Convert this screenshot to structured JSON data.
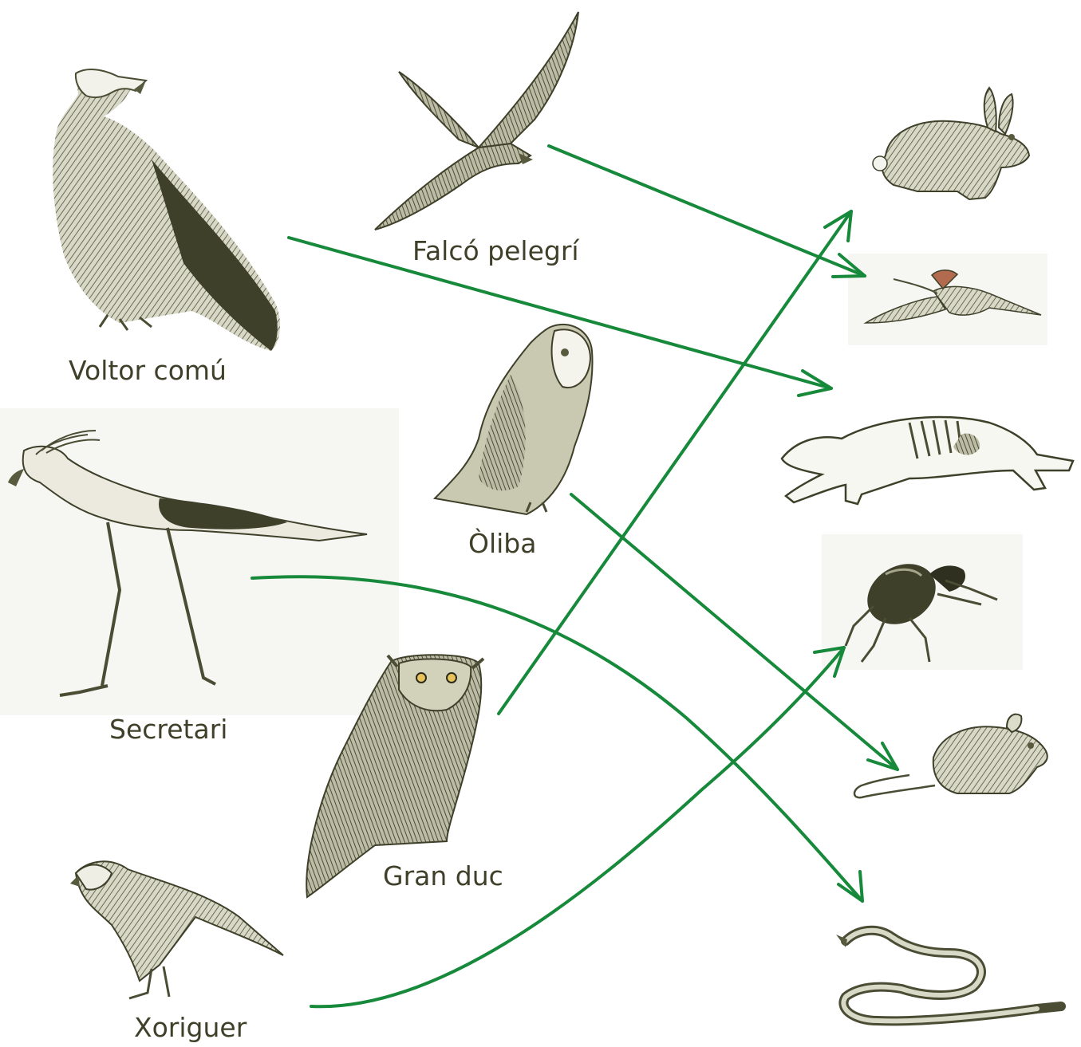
{
  "predators": [
    {
      "id": "voltor",
      "label": "Voltor comú"
    },
    {
      "id": "falco",
      "label": "Falcó pelegrí"
    },
    {
      "id": "oliba",
      "label": "Òliba"
    },
    {
      "id": "secretari",
      "label": "Secretari"
    },
    {
      "id": "granduc",
      "label": "Gran duc"
    },
    {
      "id": "xoriguer",
      "label": "Xoriguer"
    }
  ],
  "prey": [
    {
      "id": "conill",
      "icon": "rabbit-icon"
    },
    {
      "id": "ocell",
      "icon": "small-bird-icon"
    },
    {
      "id": "carronya",
      "icon": "carcass-icon"
    },
    {
      "id": "escarabat",
      "icon": "beetle-icon"
    },
    {
      "id": "ratoli",
      "icon": "mouse-icon"
    },
    {
      "id": "serp",
      "icon": "snake-icon"
    }
  ],
  "links": [
    {
      "from": "falco",
      "to": "ocell"
    },
    {
      "from": "voltor",
      "to": "carronya"
    },
    {
      "from": "oliba",
      "to": "ratoli"
    },
    {
      "from": "secretari",
      "to": "serp"
    },
    {
      "from": "granduc",
      "to": "conill"
    },
    {
      "from": "xoriguer",
      "to": "escarabat"
    }
  ],
  "colors": {
    "arrow": "#16893a",
    "ink": "#585a3e",
    "text": "#40402a"
  }
}
